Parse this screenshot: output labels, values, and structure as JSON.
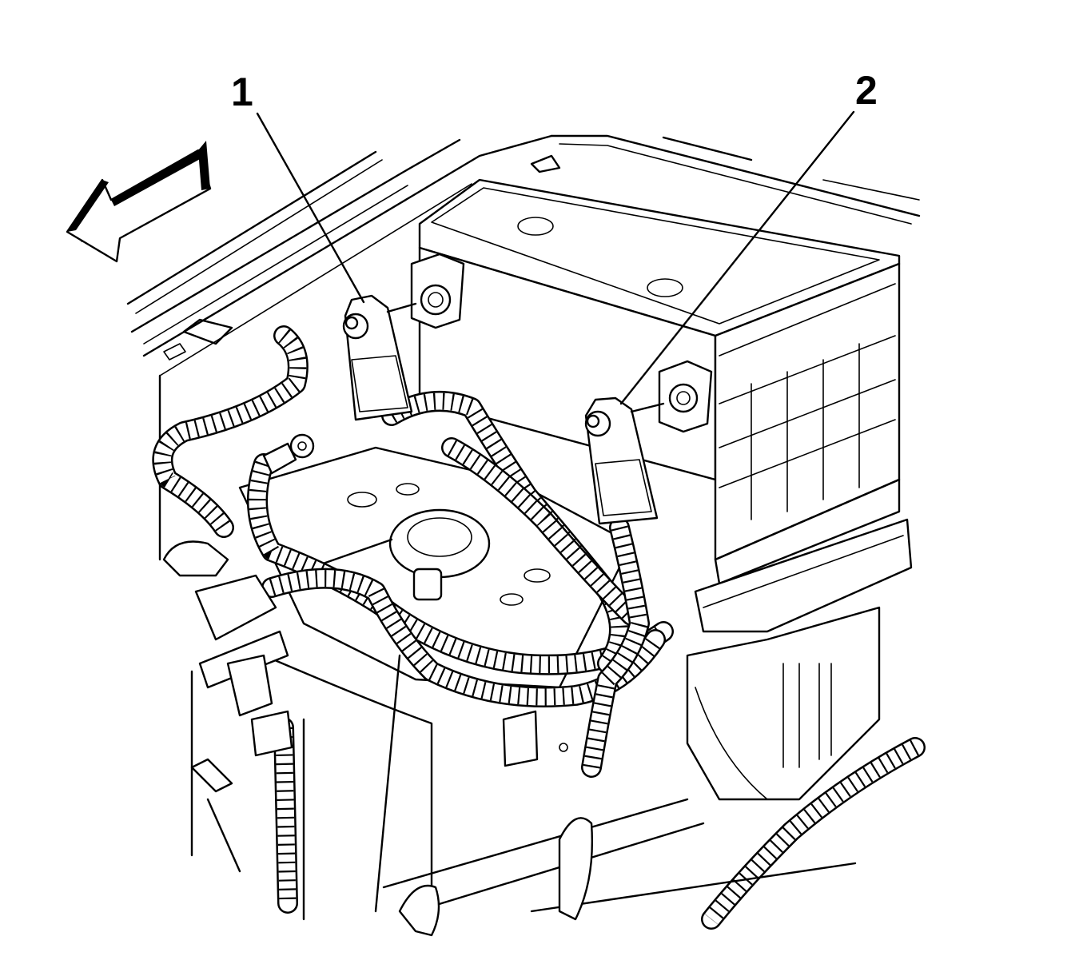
{
  "diagram": {
    "callouts": [
      {
        "id": "1",
        "label": "1"
      },
      {
        "id": "2",
        "label": "2"
      }
    ],
    "colors": {
      "line": "#000000",
      "background": "#ffffff"
    },
    "icons": [
      "direction-arrow-icon"
    ]
  }
}
